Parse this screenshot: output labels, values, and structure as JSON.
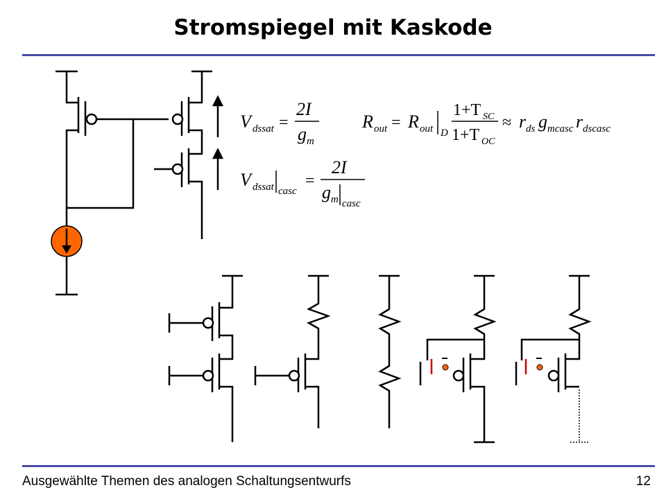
{
  "slide": {
    "title": "Stromspiegel mit Kaskode",
    "footer_left": "Ausgewählte Themen des analogen Schaltungsentwurfs",
    "page_number": "12"
  },
  "colors": {
    "rule": "#4a4aa8",
    "current_source": "#ff6600",
    "marker_red": "#cc0000",
    "node_dot": "#ff6600"
  },
  "equations": {
    "vdsat_lhs": "V",
    "vdsat_lhs_sub": "dssat",
    "vdsat_num": "2I",
    "vdsat_den": "g",
    "vdsat_den_sub": "m",
    "vdsat_casc_sub": "casc",
    "rout_lhs": "R",
    "rout_lhs_sub": "out",
    "rout_rhs_sub": "out",
    "rout_eval_sub": "D",
    "rout_num": "1+T",
    "rout_num_sub": "SC",
    "rout_den": "1+T",
    "rout_den_sub": "OC",
    "rout_approx": "≈",
    "rout_r1": "r",
    "rout_r1_sub": "ds",
    "rout_g": "g",
    "rout_g_sub": "mcasc",
    "rout_r2": "r",
    "rout_r2_sub": "dscasc",
    "equals": "="
  }
}
